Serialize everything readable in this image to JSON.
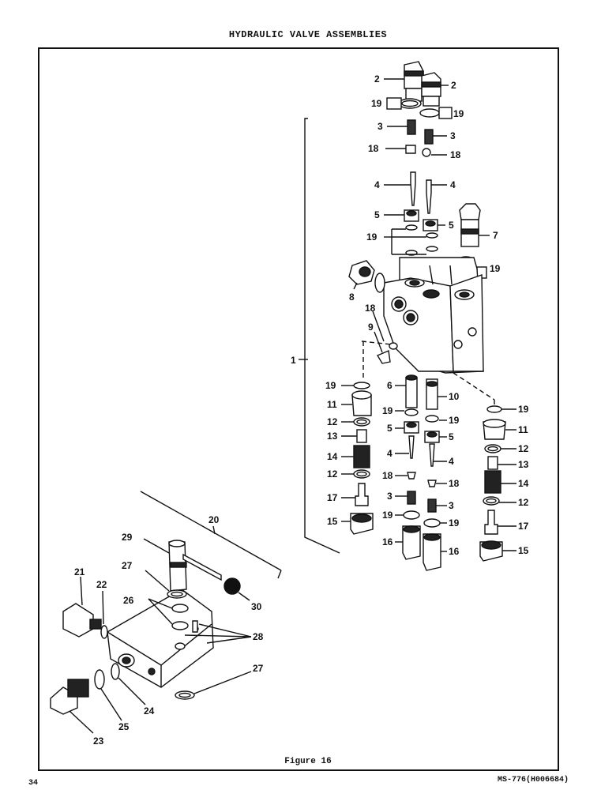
{
  "header": {
    "title": "HYDRAULIC VALVE ASSEMBLIES"
  },
  "figure": {
    "caption": "Figure 16"
  },
  "footer": {
    "page_number": "34",
    "doc_code": "MS-776(H006684)"
  },
  "callouts": {
    "n1": "1",
    "n2": "2",
    "n3": "3",
    "n4": "4",
    "n5": "5",
    "n6": "6",
    "n7": "7",
    "n8": "8",
    "n9": "9",
    "n10": "10",
    "n11": "11",
    "n12": "12",
    "n13": "13",
    "n14": "14",
    "n15": "15",
    "n16": "16",
    "n17": "17",
    "n18": "18",
    "n19": "19",
    "n20": "20",
    "n21": "21",
    "n22": "22",
    "n23": "23",
    "n24": "24",
    "n25": "25",
    "n26": "26",
    "n27": "27",
    "n28": "28",
    "n29": "29",
    "n30": "30"
  }
}
